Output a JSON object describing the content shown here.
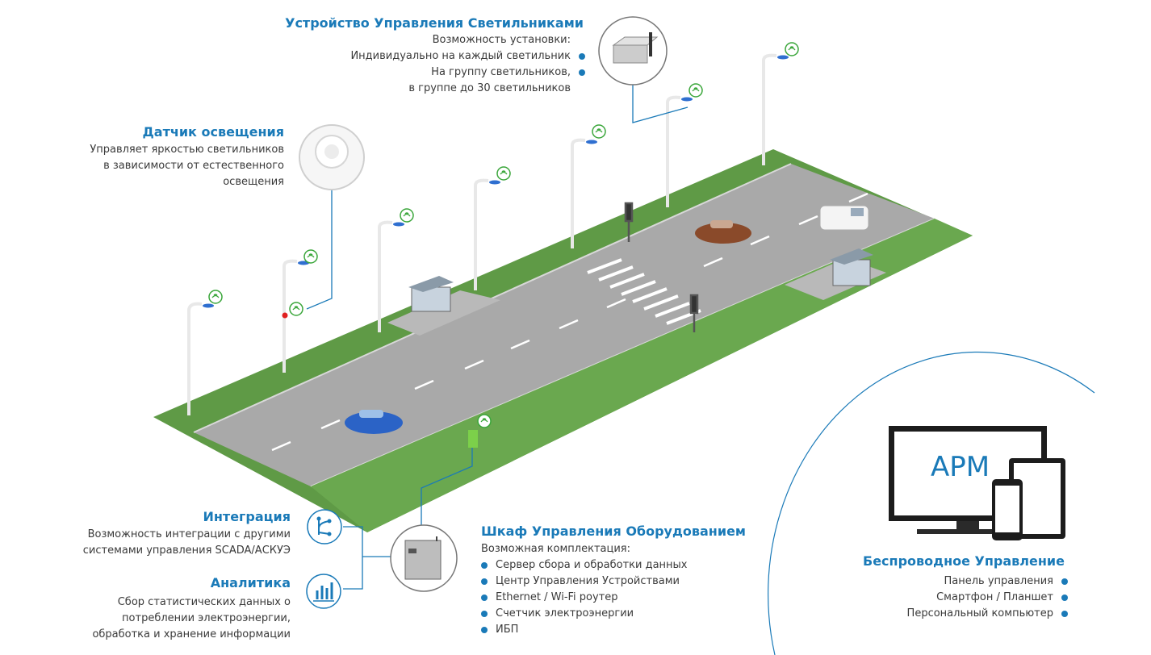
{
  "lamp_controller": {
    "title": "Устройство Управления Светильниками",
    "lines": [
      {
        "text": "Возможность установки:",
        "bullet": false
      },
      {
        "text": "Индивидуально на каждый светильник",
        "bullet": true
      },
      {
        "text": "На группу светильников,",
        "bullet": true
      },
      {
        "text": "в группе до 30 светильников",
        "bullet": false
      }
    ]
  },
  "light_sensor": {
    "title": "Датчик освещения",
    "lines": [
      "Управляет яркостью светильников",
      "в зависимости от естественного",
      "освещения"
    ]
  },
  "integration": {
    "title": "Интеграция",
    "lines": [
      "Возможность интеграции с другими",
      "системами управления SCADA/АСКУЭ"
    ]
  },
  "analytics": {
    "title": "Аналитика",
    "lines": [
      "Сбор статистических данных о",
      "потреблении электроэнергии,",
      "обработка и хранение информации"
    ]
  },
  "cabinet": {
    "title": "Шкаф Управления Оборудованием",
    "intro": "Возможная комплектация:",
    "items": [
      "Сервер сбора и обработки данных",
      "Центр Управления Устройствами",
      "Ethernet / Wi-Fi роутер",
      "Счетчик электроэнергии",
      "ИБП"
    ]
  },
  "wireless": {
    "title": "Беспроводное Управление",
    "items": [
      "Панель управления",
      "Смартфон / Планшет",
      "Персональный компьютер"
    ],
    "screen_label": "АРМ"
  },
  "colors": {
    "accent": "#1a7ab8",
    "grass": "#5f9a46",
    "road": "#a3a3a3",
    "wifi": "#3aa63a"
  }
}
